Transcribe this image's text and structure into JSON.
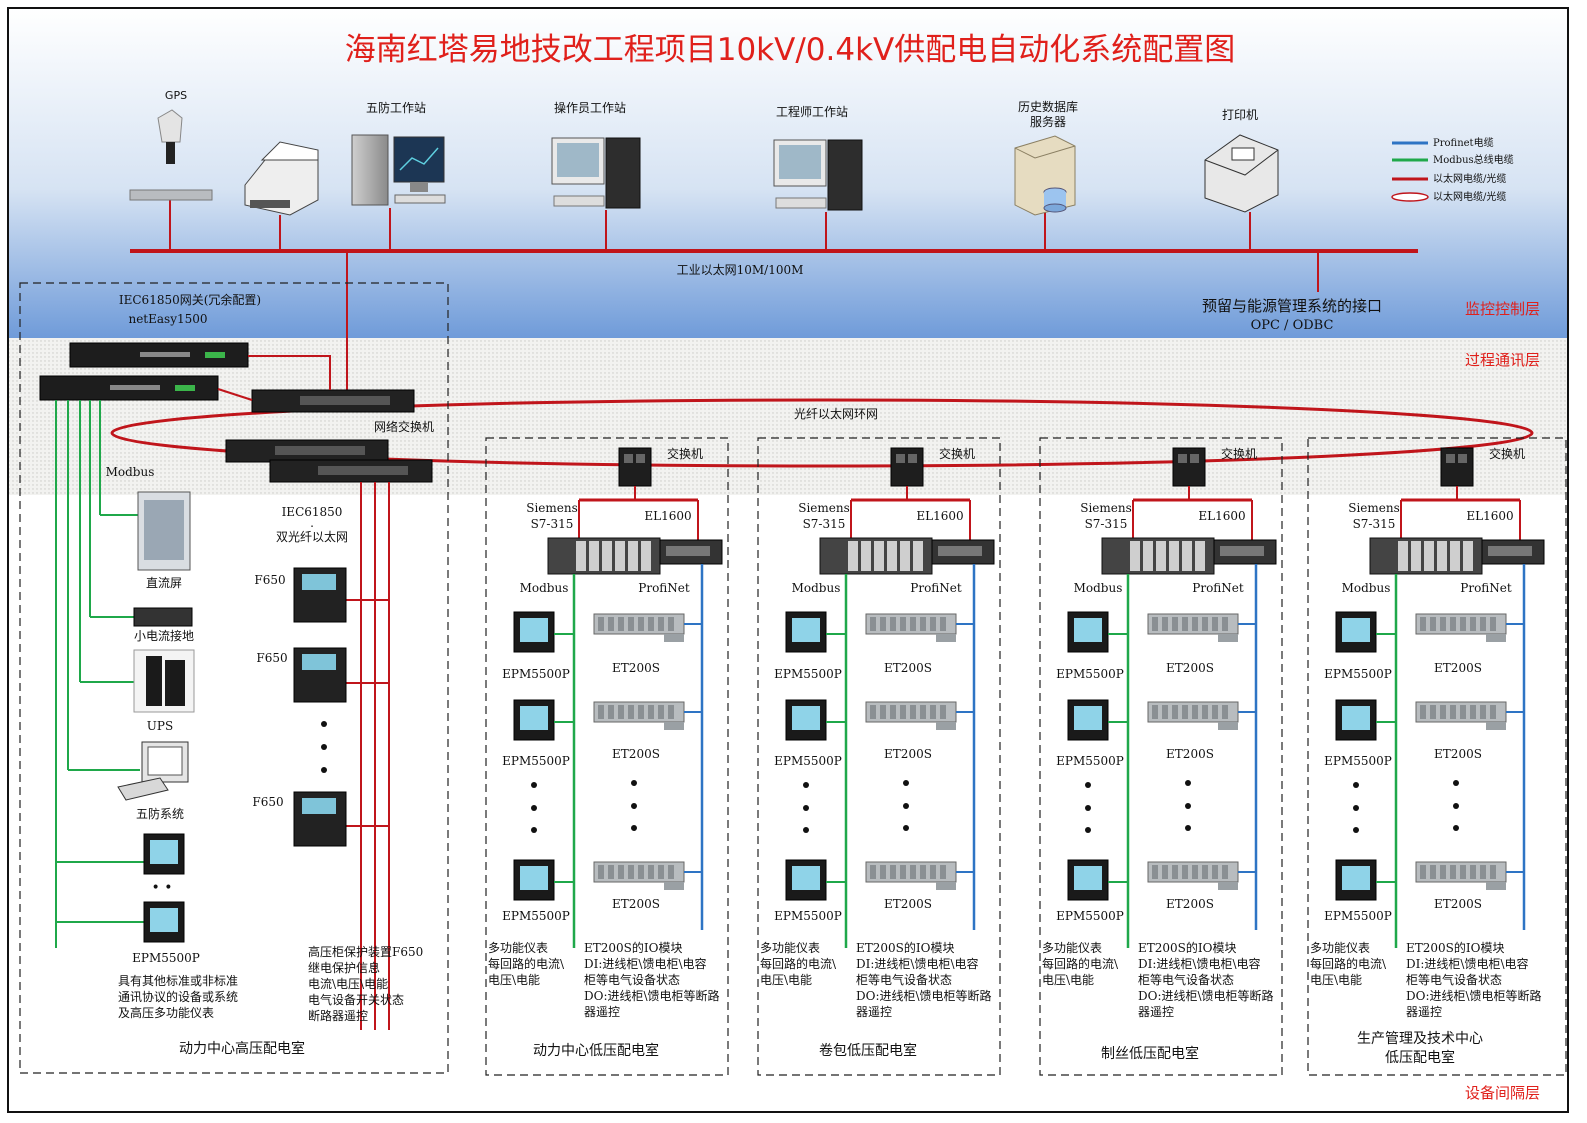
{
  "title": "海南红塔易地技改工程项目10kV/0.4kV供配电自动化系统配置图",
  "colors": {
    "title": "#e0201b",
    "ethernet": "#c0151b",
    "modbus": "#1fa84a",
    "profinet": "#2e74c4",
    "layer_label": "#e0201b"
  },
  "layers": {
    "monitor": "监控控制层",
    "process": "过程通讯层",
    "device": "设备间隔层"
  },
  "top": {
    "gps": "GPS",
    "wufang_ws": "五防工作站",
    "operator_ws": "操作员工作站",
    "engineer_ws": "工程师工作站",
    "history_db_1": "历史数据库",
    "history_db_2": "服务器",
    "printer": "打印机",
    "ethernet_label": "工业以太网10M/100M",
    "interface_1": "预留与能源管理系统的接口",
    "interface_2": "OPC / ODBC"
  },
  "legend": [
    {
      "label": "Profinet电缆",
      "color": "#2e74c4",
      "style": "line"
    },
    {
      "label": "Modbus总线电缆",
      "color": "#1fa84a",
      "style": "line"
    },
    {
      "label": "以太网电缆/光缆",
      "color": "#c0151b",
      "style": "line"
    },
    {
      "label": "以太网电缆/光缆",
      "color": "#c0151b",
      "style": "ring"
    }
  ],
  "ring_label": "光纤以太网环网",
  "hv": {
    "gateway_1": "IEC61850网关(冗余配置)",
    "gateway_2": "netEasy1500",
    "switch": "网络交换机",
    "modbus": "Modbus",
    "iec_1": "IEC61850",
    "iec_dot": ".",
    "iec_2": "双光纤以太网",
    "items": [
      "直流屏",
      "小电流接地",
      "UPS",
      "五防系统"
    ],
    "f650": [
      "F650",
      "F650",
      "F650"
    ],
    "epm": "EPM5500P",
    "dots": "• •",
    "note_left": [
      "具有其他标准或非标准",
      "通讯协议的设备或系统",
      "及高压多功能仪表"
    ],
    "note_right": [
      "高压柜保护装置F650",
      "继电保护信息",
      "电流\\电压\\电能",
      "电气设备开关状态",
      "断路器遥控"
    ],
    "room": "动力中心高压配电室"
  },
  "lv_common": {
    "switch": "交换机",
    "plc_1": "Siemens",
    "plc_2": "S7-315",
    "el": "EL1600",
    "modbus": "Modbus",
    "profinet": "ProfiNet",
    "epm": "EPM5500P",
    "et": "ET200S",
    "note_left": [
      "多功能仪表",
      "每回路的电流\\",
      "电压\\电能"
    ],
    "note_right": [
      "ET200S的IO模块",
      "DI:进线柜\\馈电柜\\电容",
      "柜等电气设备状态",
      "DO:进线柜\\馈电柜等断路",
      "器遥控"
    ]
  },
  "lv_rooms": [
    {
      "name": "动力中心低压配电室"
    },
    {
      "name": "卷包低压配电室"
    },
    {
      "name": "制丝低压配电室"
    },
    {
      "name_1": "生产管理及技术中心",
      "name_2": "低压配电室"
    }
  ]
}
